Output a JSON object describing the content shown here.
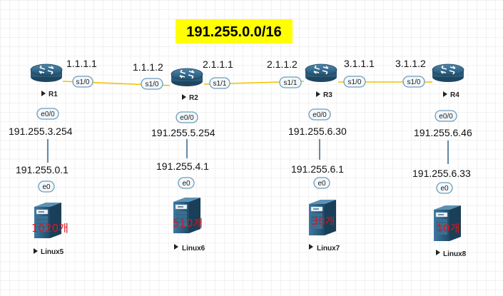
{
  "title": "191.255.0.0/16",
  "colors": {
    "highlight": "#ffff00",
    "serial_link": "#f2c200",
    "eth_link": "#3d6e94",
    "router_body": "#2f607f",
    "port_border": "#6a9dbd",
    "count_text": "#e0151b"
  },
  "routers": [
    {
      "name": "R1",
      "icon": "router-icon",
      "eth_port": "e0/0",
      "eth_ip": "191.255.3.254"
    },
    {
      "name": "R2",
      "icon": "router-icon",
      "eth_port": "e0/0",
      "eth_ip": "191.255.5.254"
    },
    {
      "name": "R3",
      "icon": "router-icon",
      "eth_port": "e0/0",
      "eth_ip": "191.255.6.30"
    },
    {
      "name": "R4",
      "icon": "router-icon",
      "eth_port": "e0/0",
      "eth_ip": "191.255.6.46"
    }
  ],
  "serial_links": [
    {
      "a_port": "s1/0",
      "a_ip": "1.1.1.1",
      "b_port": "s1/0",
      "b_ip": "1.1.1.2"
    },
    {
      "a_port": "s1/1",
      "a_ip": "2.1.1.1",
      "b_port": "s1/1",
      "b_ip": "2.1.1.2"
    },
    {
      "a_port": "s1/0",
      "a_ip": "3.1.1.1",
      "b_port": "s1/0",
      "b_ip": "3.1.1.2"
    }
  ],
  "hosts": [
    {
      "name": "Linux5",
      "icon": "server-icon",
      "port": "e0",
      "ip": "191.255.0.1",
      "count": "1020개"
    },
    {
      "name": "Linux6",
      "icon": "server-icon",
      "port": "e0",
      "ip": "191.255.4.1",
      "count": "510개"
    },
    {
      "name": "Linux7",
      "icon": "server-icon",
      "port": "e0",
      "ip": "191.255.6.1",
      "count": "30개"
    },
    {
      "name": "Linux8",
      "icon": "server-icon",
      "port": "e0",
      "ip": "191.255.6.33",
      "count": "10개"
    }
  ]
}
